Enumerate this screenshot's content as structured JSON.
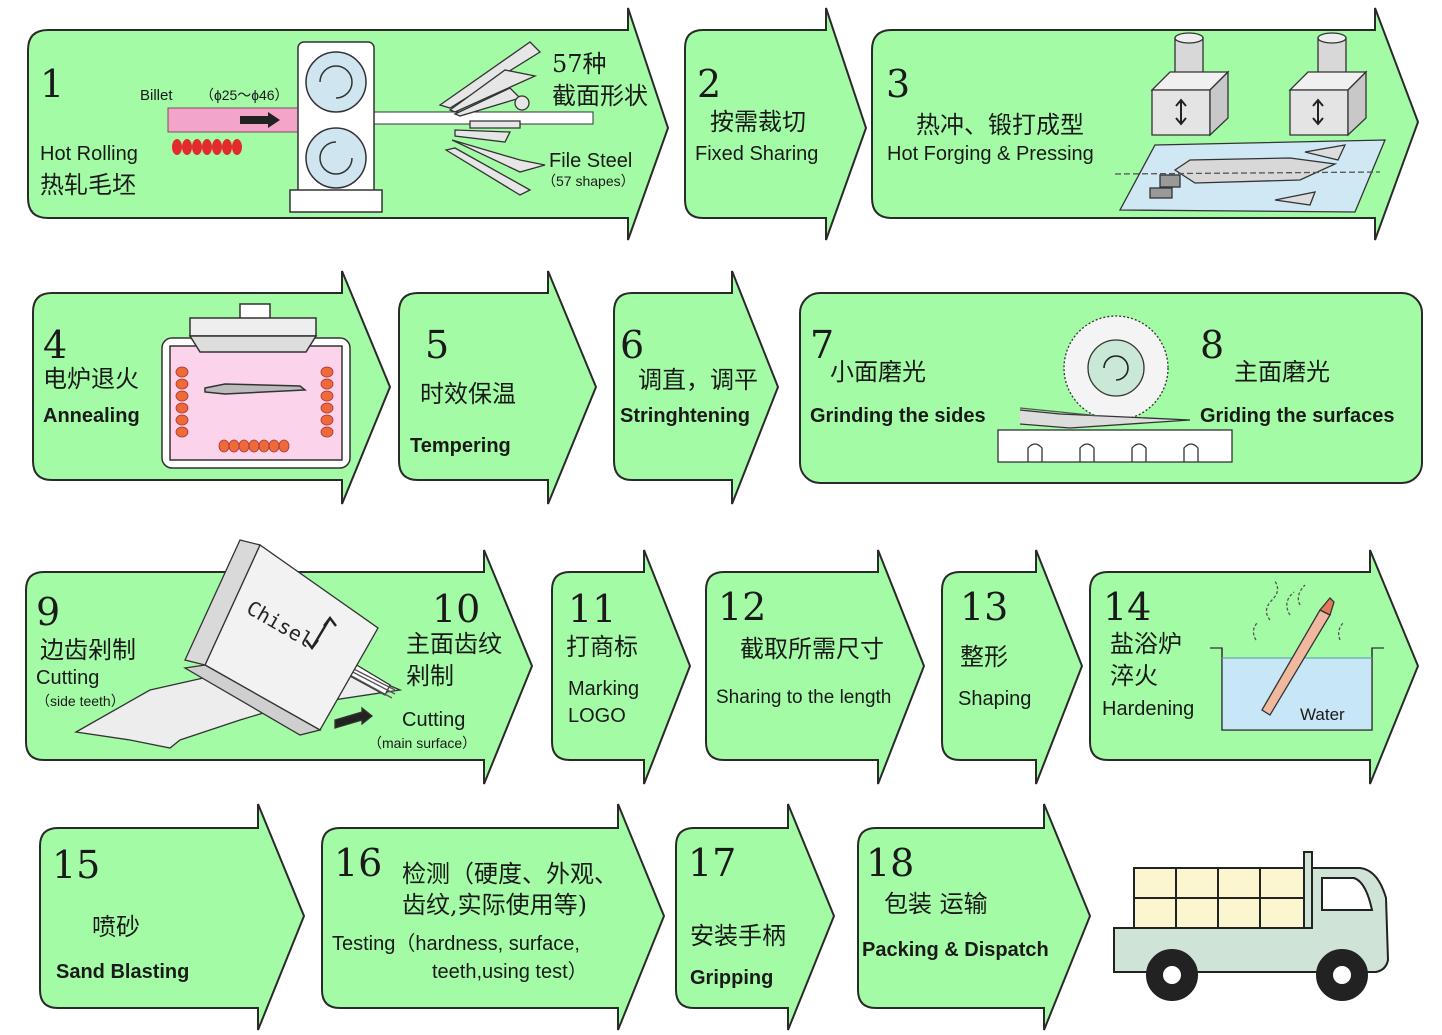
{
  "steps": [
    {
      "num": "1",
      "zh": "热轧毛坯",
      "en": "Hot Rolling",
      "billet": "Billet",
      "dia": "（ɸ25～ɸ46）",
      "zh2": "57种",
      "zh3": "截面形状",
      "en2": "File Steel",
      "en3": "（57 shapes）"
    },
    {
      "num": "2",
      "zh": "按需裁切",
      "en": "Fixed Sharing"
    },
    {
      "num": "3",
      "zh": "热冲、锻打成型",
      "en": "Hot Forging & Pressing"
    },
    {
      "num": "4",
      "zh": "电炉退火",
      "en": "Annealing"
    },
    {
      "num": "5",
      "zh": "时效保温",
      "en": "Tempering"
    },
    {
      "num": "6",
      "zh": "调直，调平",
      "en": "Stringhtening"
    },
    {
      "num": "7",
      "zh": "小面磨光",
      "en": "Grinding the sides"
    },
    {
      "num": "8",
      "zh": "主面磨光",
      "en": "Griding the surfaces"
    },
    {
      "num": "9",
      "zh": "边齿剁制",
      "en": "Cutting",
      "en2": "（side teeth）",
      "chisel": "Chisel"
    },
    {
      "num": "10",
      "zh": "主面齿纹",
      "zh2": "剁制",
      "en": "Cutting",
      "en2": "（main surface）"
    },
    {
      "num": "11",
      "zh": "打商标",
      "en": "Marking",
      "en2": "LOGO"
    },
    {
      "num": "12",
      "zh": "截取所需尺寸",
      "en": "Sharing to the length"
    },
    {
      "num": "13",
      "zh": "整形",
      "en": "Shaping"
    },
    {
      "num": "14",
      "zh": "盐浴炉",
      "zh2": "淬火",
      "en": "Hardening",
      "water": "Water"
    },
    {
      "num": "15",
      "zh": "喷砂",
      "en": "Sand Blasting"
    },
    {
      "num": "16",
      "zh": "检测（硬度、外观、",
      "zh2": "齿纹,实际使用等)",
      "en": "Testing（hardness, surface,",
      "en2": "teeth,using test）"
    },
    {
      "num": "17",
      "zh": "安装手柄",
      "en": "Gripping"
    },
    {
      "num": "18",
      "zh": "包装  运输",
      "en": "Packing & Dispatch"
    }
  ],
  "colors": {
    "arrow_fill": "#a4fba6",
    "outline": "#2a2a2a",
    "truck_body": "#cfe3d7",
    "box_fill": "#fbf6d0",
    "heat": "#e8543c",
    "furnace": "#fbd3ea",
    "water": "#c7e6f6"
  },
  "icons": [
    "rolling-mill-icon",
    "press-icon",
    "furnace-icon",
    "grinding-wheel-icon",
    "chisel-icon",
    "water-tank-icon",
    "truck-icon"
  ]
}
